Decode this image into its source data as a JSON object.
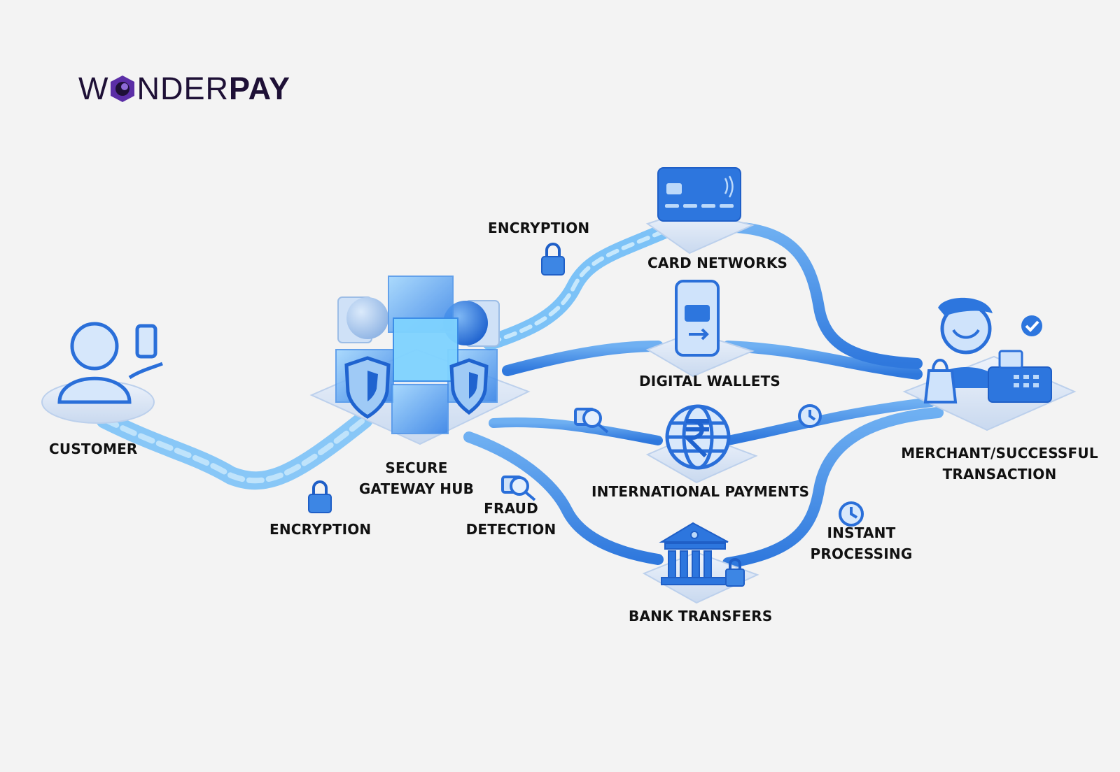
{
  "brand": {
    "part1": "W",
    "part2": "NDER",
    "part3": "PAY",
    "colors": {
      "dark": "#1e1036",
      "accent": "#5b2ea6"
    }
  },
  "colors": {
    "background": "#f3f3f3",
    "path": "#3d8ae6",
    "path_light": "#6fb0f2",
    "platform": "#dde7f4",
    "icon_dark": "#1f5fc7"
  },
  "nodes": {
    "customer": {
      "label": "CUSTOMER",
      "icon": "customer-with-phone-icon"
    },
    "hub": {
      "line1": "SECURE",
      "line2": "GATEWAY HUB",
      "icon": "secure-gateway-hub-icon"
    },
    "card": {
      "label": "CARD NETWORKS",
      "icon": "credit-card-icon"
    },
    "wallets": {
      "label": "DIGITAL WALLETS",
      "icon": "digital-wallet-phone-icon"
    },
    "international": {
      "label": "INTERNATIONAL PAYMENTS",
      "icon": "globe-rupee-icon"
    },
    "bank": {
      "label": "BANK TRANSFERS",
      "icon": "bank-building-icon"
    },
    "merchant": {
      "line1": "MERCHANT/SUCCESSFUL",
      "line2": "TRANSACTION",
      "icon": "merchant-cash-register-icon"
    }
  },
  "annotations": {
    "encryption_top": {
      "label": "ENCRYPTION",
      "icon": "padlock-icon"
    },
    "encryption_bottom": {
      "label": "ENCRYPTION",
      "icon": "padlock-icon"
    },
    "fraud": {
      "line1": "FRAUD",
      "line2": "DETECTION",
      "icon": "magnifier-icon"
    },
    "instant": {
      "line1": "INSTANT",
      "line2": "PROCESSING",
      "icon": "clock-icon"
    }
  }
}
